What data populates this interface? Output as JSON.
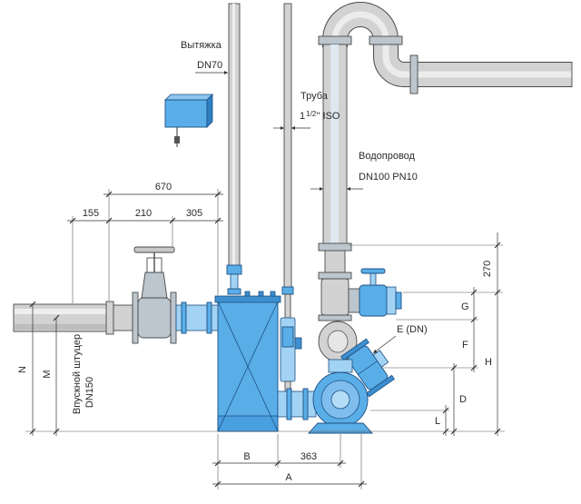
{
  "labels": {
    "vent": {
      "line1": "Вытяжка",
      "line2": "DN70"
    },
    "small_pipe": {
      "line1": "Труба",
      "whole": "1",
      "fraction": "1/2",
      "suffix": "'' ISO"
    },
    "water_supply": {
      "line1": "Водопровод",
      "line2": "DN100 PN10"
    },
    "inlet": {
      "line1": "Впускной штуцер",
      "line2": "DN150"
    },
    "outlet": "E (DN)"
  },
  "dimensions": {
    "top_total": "670",
    "top_segments": [
      "155",
      "210",
      "305"
    ],
    "right": {
      "d270": "270",
      "G": "G",
      "F": "F",
      "H": "H",
      "D": "D",
      "L": "L"
    },
    "left": {
      "N": "N",
      "M": "M"
    },
    "bottom": {
      "B": "B",
      "d363": "363",
      "A": "A"
    }
  },
  "colors": {
    "equipment_blue": "#5aaee8",
    "equipment_blue_light": "#a3d3f4",
    "equipment_outline": "#1b4f82",
    "pipe_gray": "#d2d2d2",
    "pipe_outline": "#4a4a4a"
  }
}
